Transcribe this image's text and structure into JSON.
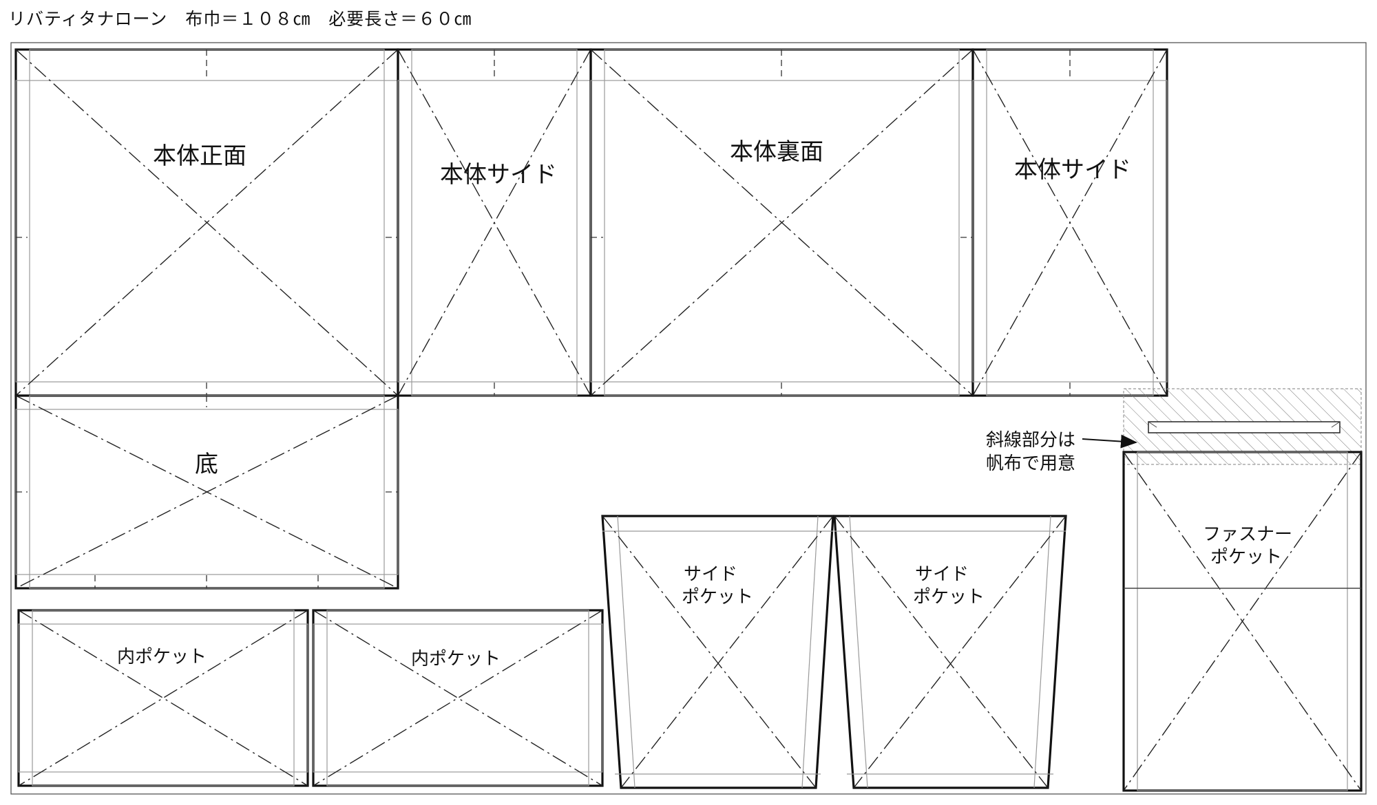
{
  "header": {
    "title": "リバティタナローン　布巾＝１０８㎝　必要長さ＝６０㎝"
  },
  "pieces": {
    "front_body": "本体正面",
    "side_body_1": "本体サイド",
    "back_body": "本体裏面",
    "side_body_2": "本体サイド",
    "bottom": "底",
    "inner_pocket_1": "内ポケット",
    "inner_pocket_2": "内ポケット",
    "side_pocket_1": [
      "サイド",
      "ポケット"
    ],
    "side_pocket_2": [
      "サイド",
      "ポケット"
    ],
    "zipper_pocket": [
      "ファスナー",
      "ポケット"
    ]
  },
  "note": [
    "斜線部分は",
    "帆布で用意"
  ]
}
